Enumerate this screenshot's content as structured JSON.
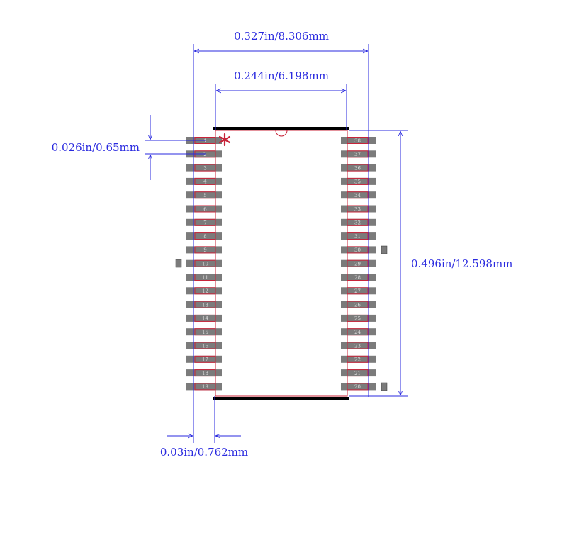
{
  "dimensions": {
    "overall_width": "0.327in/8.306mm",
    "body_width": "0.244in/6.198mm",
    "pin_pitch": "0.026in/0.65mm",
    "body_length": "0.496in/12.598mm",
    "pad_length": "0.03in/0.762mm"
  },
  "pins": {
    "left": [
      "1",
      "2",
      "3",
      "4",
      "5",
      "6",
      "7",
      "8",
      "9",
      "10",
      "11",
      "12",
      "13",
      "14",
      "15",
      "16",
      "17",
      "18",
      "19"
    ],
    "right": [
      "38",
      "37",
      "36",
      "35",
      "34",
      "33",
      "32",
      "31",
      "30",
      "29",
      "28",
      "27",
      "26",
      "25",
      "24",
      "23",
      "22",
      "21",
      "20"
    ]
  },
  "colors": {
    "dimension": "#2a2adf",
    "outline": "#c8243a",
    "pad": "#7b7b7b",
    "body_edge": "#000000",
    "pin1_marker": "#c8243a"
  },
  "icons": {
    "pin1_marker": "asterisk-icon"
  }
}
